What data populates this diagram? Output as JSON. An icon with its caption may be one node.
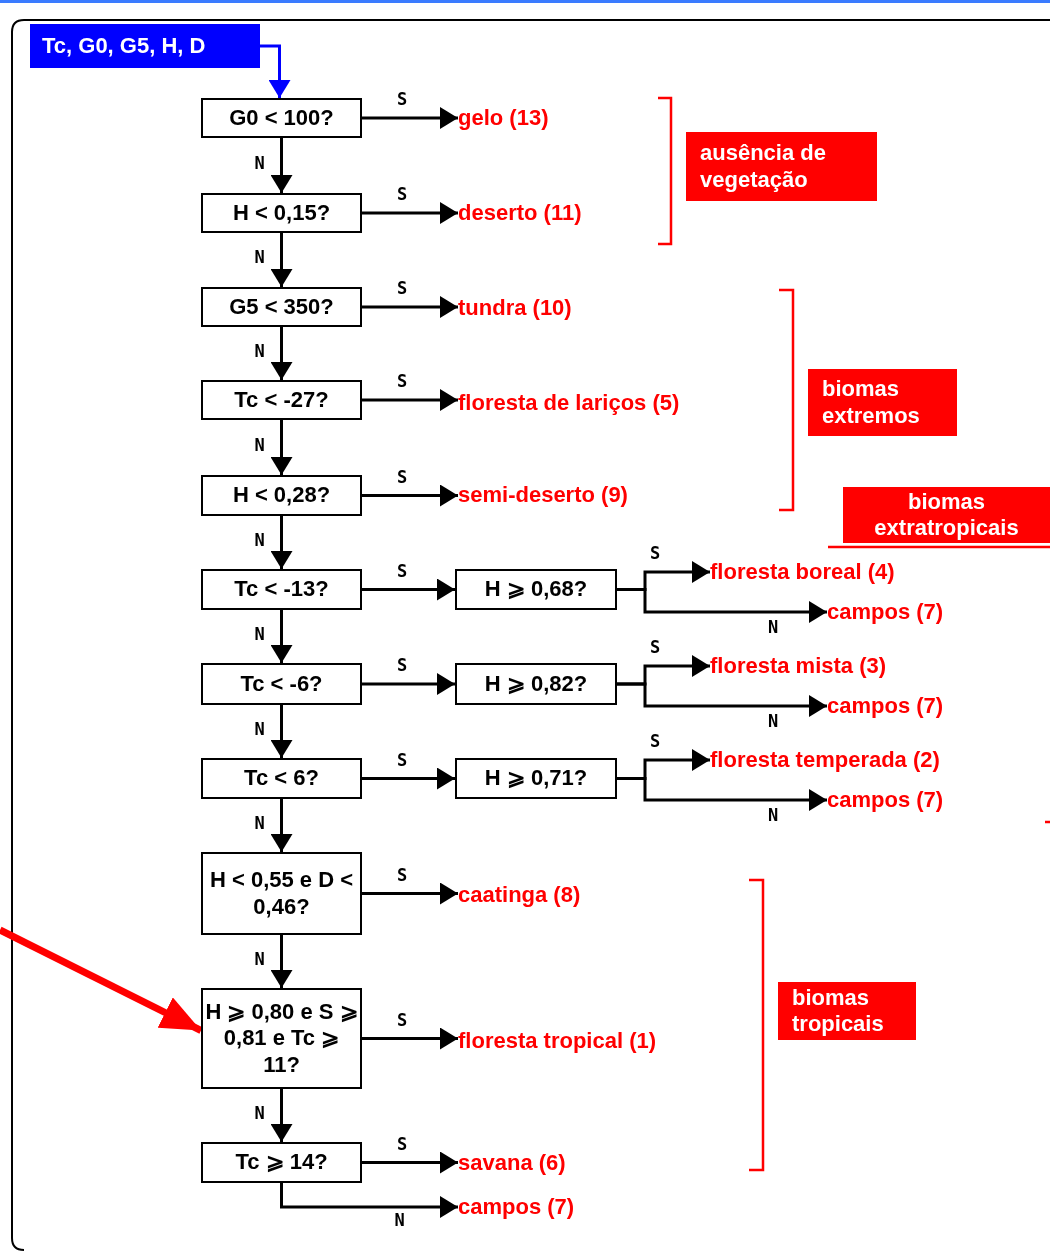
{
  "diagram": {
    "nodes": [
      {
        "text": [
          "Tc, G0, G5, H, D"
        ]
      },
      {
        "text": [
          "G0 < 100?"
        ]
      },
      {
        "text": [
          "gelo (13)"
        ]
      },
      {
        "text": [
          "H < 0,15?"
        ]
      },
      {
        "text": [
          "deserto (11)"
        ]
      },
      {
        "text": [
          "G5 < 350?"
        ]
      },
      {
        "text": [
          "tundra (10)"
        ]
      },
      {
        "text": [
          "Tc < -27?"
        ]
      },
      {
        "text": [
          "floresta de lariços (5)"
        ]
      },
      {
        "text": [
          "H < 0,28?"
        ]
      },
      {
        "text": [
          "semi-deserto (9)"
        ]
      },
      {
        "text": [
          "Tc < -13?"
        ]
      },
      {
        "text": [
          "H ⩾ 0,68?"
        ]
      },
      {
        "text": [
          "floresta boreal (4)"
        ]
      },
      {
        "text": [
          "campos (7)"
        ]
      },
      {
        "text": [
          "Tc < -6?"
        ]
      },
      {
        "text": [
          "H ⩾ 0,82?"
        ]
      },
      {
        "text": [
          "floresta mista (3)"
        ]
      },
      {
        "text": [
          "campos (7)"
        ]
      },
      {
        "text": [
          "Tc < 6?"
        ]
      },
      {
        "text": [
          "H ⩾ 0,71?"
        ]
      },
      {
        "text": [
          "floresta temperada (2)"
        ]
      },
      {
        "text": [
          "campos (7)"
        ]
      },
      {
        "text": [
          "H < 0,55 e D < 0,46?"
        ]
      },
      {
        "text": [
          "caatinga (8)"
        ]
      },
      {
        "text": [
          "H ⩾ 0,80 e S ⩾ 0,81 e Tc ⩾ 11?"
        ]
      },
      {
        "text": [
          "floresta tropical (1)"
        ]
      },
      {
        "text": [
          "Tc ⩾ 14?"
        ]
      },
      {
        "text": [
          "savana (6)"
        ]
      },
      {
        "text": [
          "campos (7)"
        ]
      },
      {
        "text": [
          "ausência de vegetação"
        ]
      },
      {
        "text": [
          "biomas extremos"
        ]
      },
      {
        "text": [
          "biomas extratropicais"
        ]
      },
      {
        "text": [
          "biomas tropicais"
        ]
      }
    ],
    "edges": [
      {
        "from": 0,
        "to": 1,
        "arrow": "to",
        "color": "#0000ff"
      },
      {
        "from": 1,
        "to": 2,
        "arrow": "to",
        "label": "S"
      },
      {
        "from": 1,
        "to": 3,
        "arrow": "to",
        "label": "N"
      },
      {
        "from": 3,
        "to": 4,
        "arrow": "to",
        "label": "S"
      },
      {
        "from": 3,
        "to": 5,
        "arrow": "to",
        "label": "N"
      },
      {
        "from": 5,
        "to": 6,
        "arrow": "to",
        "label": "S"
      },
      {
        "from": 5,
        "to": 7,
        "arrow": "to",
        "label": "N"
      },
      {
        "from": 7,
        "to": 8,
        "arrow": "to",
        "label": "S"
      },
      {
        "from": 7,
        "to": 9,
        "arrow": "to",
        "label": "N"
      },
      {
        "from": 9,
        "to": 10,
        "arrow": "to",
        "label": "S"
      },
      {
        "from": 9,
        "to": 11,
        "arrow": "to",
        "label": "N"
      },
      {
        "from": 11,
        "to": 12,
        "arrow": "to",
        "label": "S"
      },
      {
        "from": 12,
        "to": 13,
        "arrow": "to",
        "label": "S"
      },
      {
        "from": 12,
        "to": 14,
        "arrow": "to",
        "label": "N"
      },
      {
        "from": 11,
        "to": 15,
        "arrow": "to",
        "label": "N"
      },
      {
        "from": 15,
        "to": 16,
        "arrow": "to",
        "label": "S"
      },
      {
        "from": 16,
        "to": 17,
        "arrow": "to",
        "label": "S"
      },
      {
        "from": 16,
        "to": 18,
        "arrow": "to",
        "label": "N"
      },
      {
        "from": 15,
        "to": 19,
        "arrow": "to",
        "label": "N"
      },
      {
        "from": 19,
        "to": 20,
        "arrow": "to",
        "label": "S"
      },
      {
        "from": 20,
        "to": 21,
        "arrow": "to",
        "label": "S"
      },
      {
        "from": 20,
        "to": 22,
        "arrow": "to",
        "label": "N"
      },
      {
        "from": 19,
        "to": 23,
        "arrow": "to",
        "label": "N"
      },
      {
        "from": 23,
        "to": 24,
        "arrow": "to",
        "label": "S"
      },
      {
        "from": 23,
        "to": 25,
        "arrow": "to",
        "label": "N"
      },
      {
        "from": 25,
        "to": 26,
        "arrow": "to",
        "label": "S"
      },
      {
        "from": 25,
        "to": 27,
        "arrow": "to",
        "label": "N"
      },
      {
        "from": 27,
        "to": 28,
        "arrow": "to",
        "label": "S"
      },
      {
        "from": 27,
        "to": 29,
        "arrow": "to",
        "label": "N"
      },
      {
        "from": null,
        "to": 25,
        "arrow": "to",
        "style": "thick",
        "color": "#ff0000"
      }
    ]
  }
}
